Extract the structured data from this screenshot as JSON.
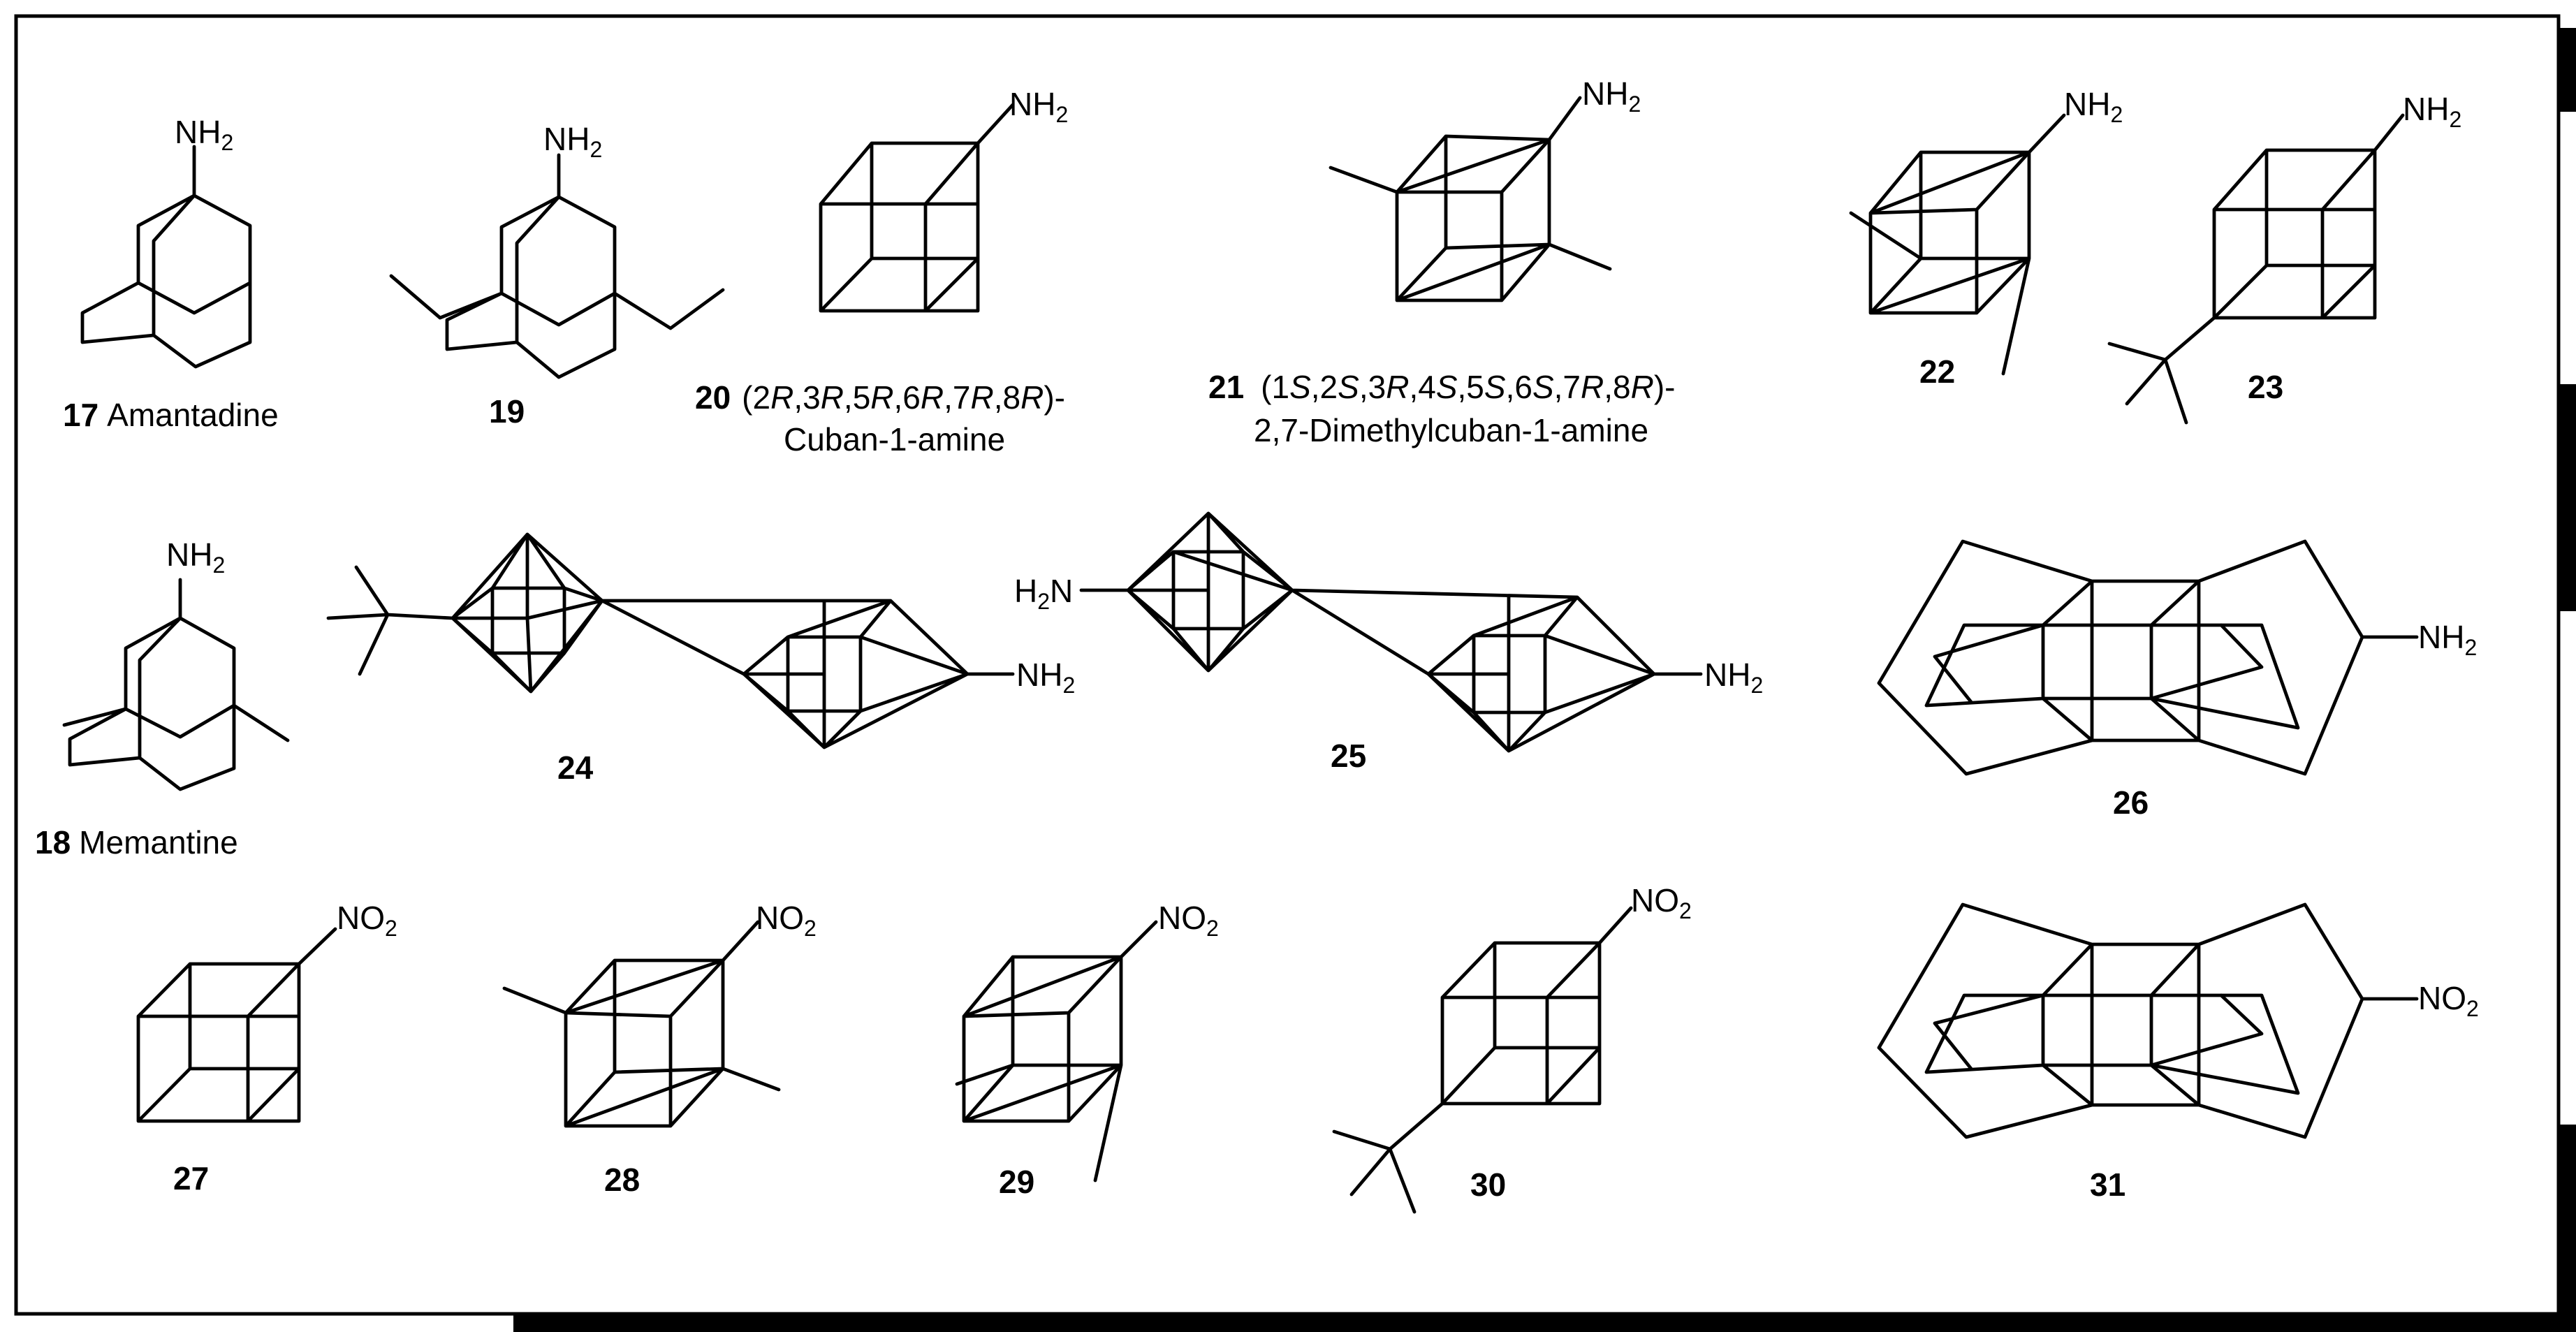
{
  "labels": {
    "c17": {
      "number": "17",
      "name": "Amantadine"
    },
    "c18": {
      "number": "18",
      "name": "Memantine"
    },
    "c19": {
      "number": "19"
    },
    "c20": {
      "number": "20",
      "name_line1_parts": [
        "(2",
        "R",
        ",3",
        "R",
        ",5",
        "R",
        ",6",
        "R",
        ",7",
        "R",
        ",8",
        "R",
        ")-"
      ],
      "name_line2": "Cuban-1-amine"
    },
    "c21": {
      "number": "21",
      "name_line1_parts": [
        "(1",
        "S",
        ",2",
        "S",
        ",3",
        "R",
        ",4",
        "S",
        ",5",
        "S",
        ",6",
        "S",
        ",7",
        "R",
        ",8",
        "R",
        ")-"
      ],
      "name_line2": "2,7-Dimethylcuban-1-amine"
    },
    "c22": {
      "number": "22"
    },
    "c23": {
      "number": "23"
    },
    "c24": {
      "number": "24"
    },
    "c25": {
      "number": "25"
    },
    "c26": {
      "number": "26"
    },
    "c27": {
      "number": "27"
    },
    "c28": {
      "number": "28"
    },
    "c29": {
      "number": "29"
    },
    "c30": {
      "number": "30"
    },
    "c31": {
      "number": "31"
    }
  },
  "groups": {
    "amine": {
      "base": "NH",
      "sub": "2"
    },
    "amine_left": {
      "base": "H",
      "sub": "2",
      "tail": "N"
    },
    "nitro": {
      "base": "NO",
      "sub": "2"
    }
  }
}
